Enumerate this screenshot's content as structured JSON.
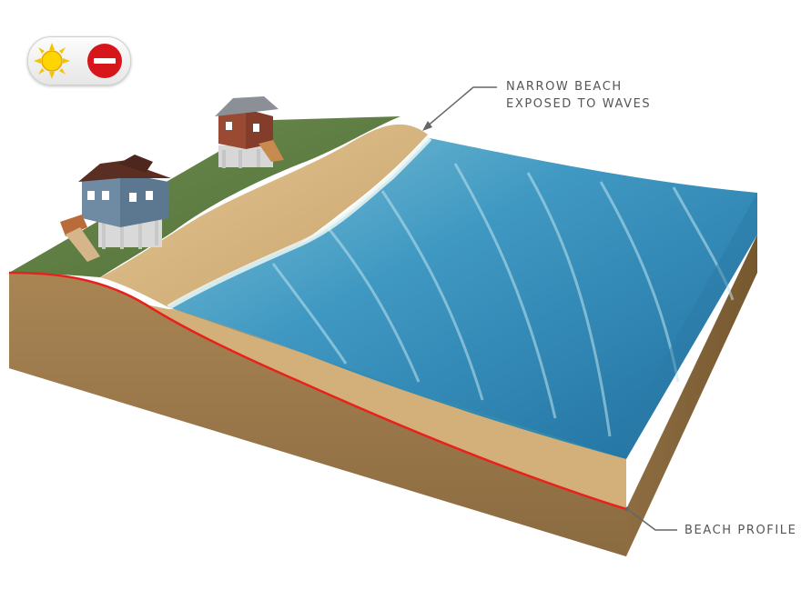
{
  "labels": {
    "narrow_beach_line1": "NARROW BEACH",
    "narrow_beach_line2": "EXPOSED TO WAVES",
    "beach_profile": "BEACH PROFILE"
  },
  "controls": {
    "sun_button_icon": "sun-icon",
    "stop_button_icon": "minus-circle-icon"
  },
  "colors": {
    "profile_line": "#e8211b",
    "water": "#2f86b5",
    "sand": "#d8b683",
    "grass": "#5f7d43",
    "soil": "#9c7a4c",
    "label_text": "#555555"
  }
}
